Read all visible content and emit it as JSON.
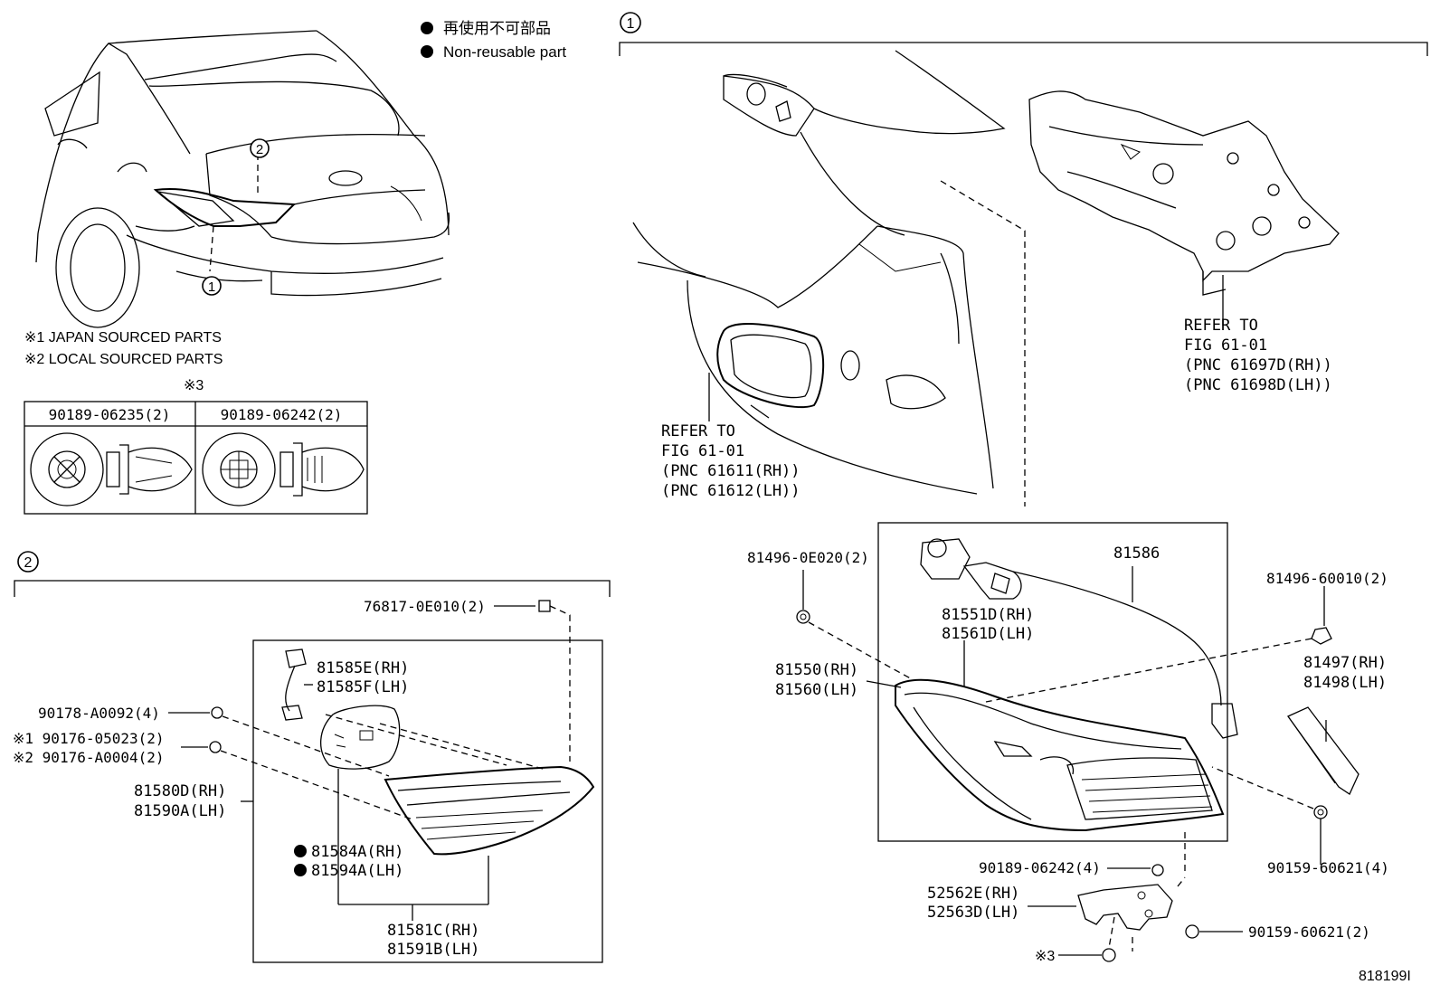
{
  "legend": {
    "non_reusable_jp": "再使用不可部品",
    "non_reusable_en": "Non-reusable part"
  },
  "notes": {
    "note1": "※1 JAPAN SOURCED PARTS",
    "note2": "※2 LOCAL SOURCED PARTS",
    "note3_mark": "※3"
  },
  "clip_table": {
    "headers": [
      "90189-06235(2)",
      "90189-06242(2)"
    ]
  },
  "section_markers": [
    "1",
    "2"
  ],
  "overview_callouts": [
    "2",
    "1"
  ],
  "section1": {
    "refer_body": [
      "REFER TO",
      "FIG 61-01",
      "(PNC 61611(RH))",
      "(PNC 61612(LH))"
    ],
    "refer_panel": [
      "REFER TO",
      "FIG 61-01",
      "(PNC 61697D(RH))",
      "(PNC 61698D(LH))"
    ],
    "parts": {
      "p81586": "81586",
      "p81496a": "81496-0E020(2)",
      "p81496b": "81496-60010(2)",
      "p81551": "81551D(RH)",
      "p81561": "81561D(LH)",
      "p81550": "81550(RH)",
      "p81560": "81560(LH)",
      "p81497": "81497(RH)",
      "p81498": "81498(LH)",
      "p90189": "90189-06242(4)",
      "p90159a": "90159-60621(4)",
      "p52562": "52562E(RH)",
      "p52563": "52563D(LH)",
      "p90159b": "90159-60621(2)",
      "p_note3": "※3"
    }
  },
  "section2": {
    "parts": {
      "p76817": "76817-0E010(2)",
      "p90178": "90178-A0092(4)",
      "p90176a": "※1 90176-05023(2)",
      "p90176b": "※2 90176-A0004(2)",
      "p81580": "81580D(RH)",
      "p81590": "81590A(LH)",
      "p81585e": "81585E(RH)",
      "p81585f": "81585F(LH)",
      "p81584": "81584A(RH)",
      "p81594": "81594A(LH)",
      "p81581": "81581C(RH)",
      "p81591": "81591B(LH)"
    }
  },
  "figure_id": "818199I"
}
